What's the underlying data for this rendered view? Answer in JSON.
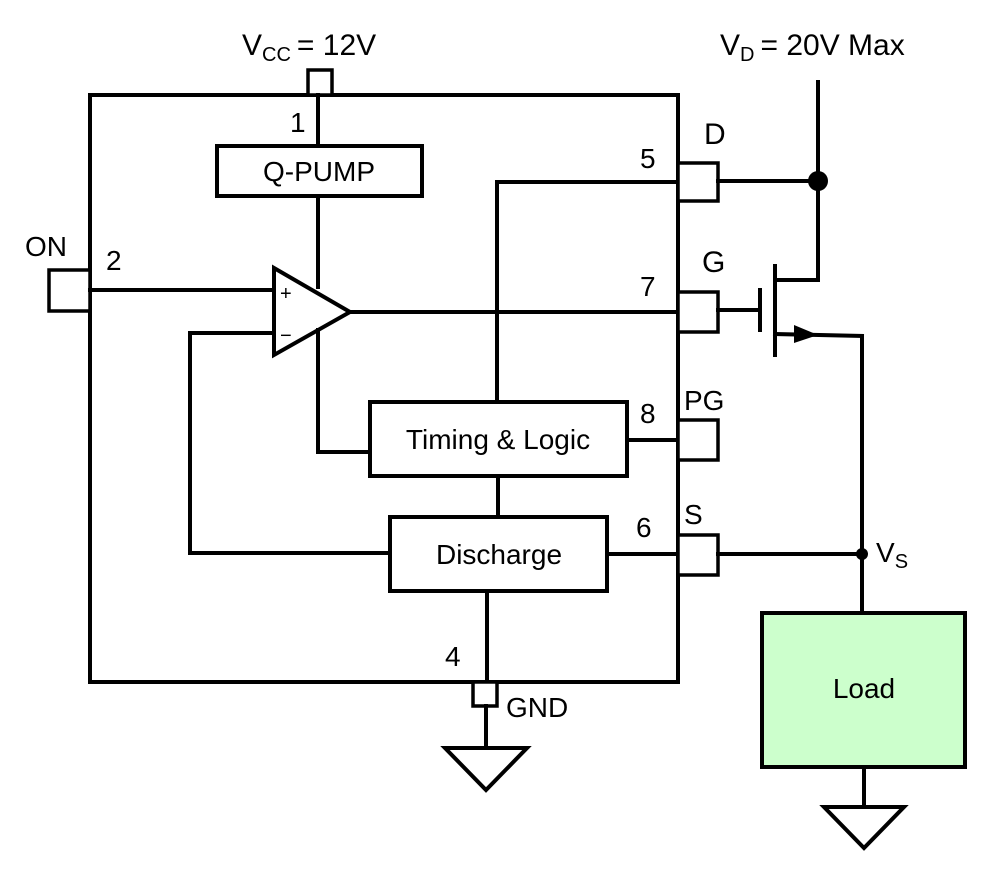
{
  "diagram": {
    "type": "block-schematic",
    "supply": {
      "symbol": "V",
      "subscript": "CC",
      "value": "= 12V"
    },
    "drain_supply": {
      "symbol": "V",
      "subscript": "D",
      "value": "= 20V Max"
    },
    "source_node": {
      "symbol": "V",
      "subscript": "S"
    },
    "blocks": {
      "qpump": "Q-PUMP",
      "timing": "Timing & Logic",
      "discharge": "Discharge",
      "load": "Load"
    },
    "comparator": {
      "plus": "+",
      "minus": "−"
    },
    "pins": [
      {
        "number": "1",
        "name": ""
      },
      {
        "number": "2",
        "name": "ON"
      },
      {
        "number": "4",
        "name": "GND"
      },
      {
        "number": "5",
        "name": "D"
      },
      {
        "number": "6",
        "name": "S"
      },
      {
        "number": "7",
        "name": "G"
      },
      {
        "number": "8",
        "name": "PG"
      }
    ],
    "colors": {
      "load_fill": "#ccffcc",
      "line": "#000000"
    }
  }
}
